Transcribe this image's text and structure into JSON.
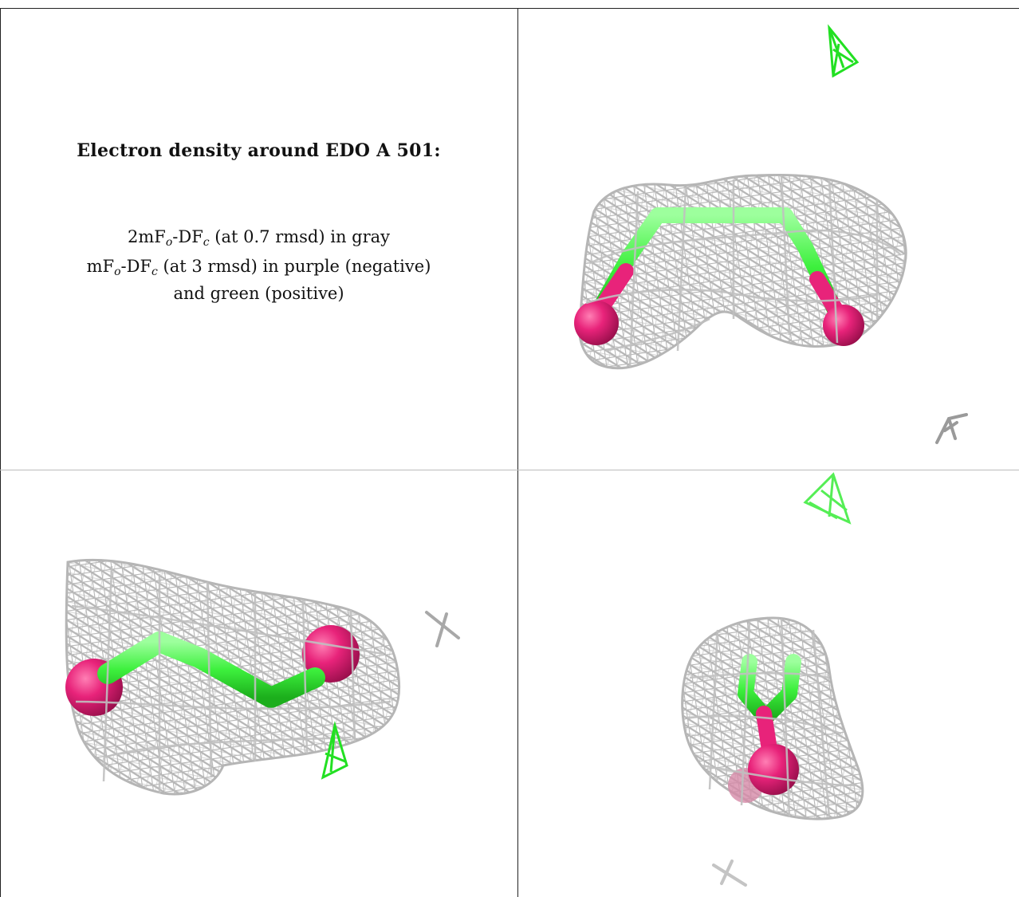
{
  "caption": {
    "title": "Electron density around EDO A 501:",
    "line1": {
      "a": "2mF",
      "sub1": "o",
      "b": "-DF",
      "sub2": "c",
      "c": " (at 0.7 rmsd) in gray"
    },
    "line2": {
      "a": "mF",
      "sub1": "o",
      "b": "-DF",
      "sub2": "c",
      "c": " (at 3 rmsd) in purple (negative)"
    },
    "line3": "and green (positive)"
  },
  "colors": {
    "mesh": "#b8b8b8",
    "carbon": "#3df03d",
    "oxygen": "#e8237a",
    "positive_density": "#22e022",
    "border": "#222222"
  },
  "panels": [
    {
      "name": "view-top-right",
      "contents": [
        "gray-mesh",
        "ligand",
        "green-density",
        "gray-fragment"
      ]
    },
    {
      "name": "view-bottom-left",
      "contents": [
        "gray-mesh",
        "ligand",
        "green-density",
        "gray-fragment"
      ]
    },
    {
      "name": "view-bottom-right",
      "contents": [
        "gray-mesh",
        "ligand",
        "green-density",
        "gray-fragment"
      ]
    }
  ]
}
